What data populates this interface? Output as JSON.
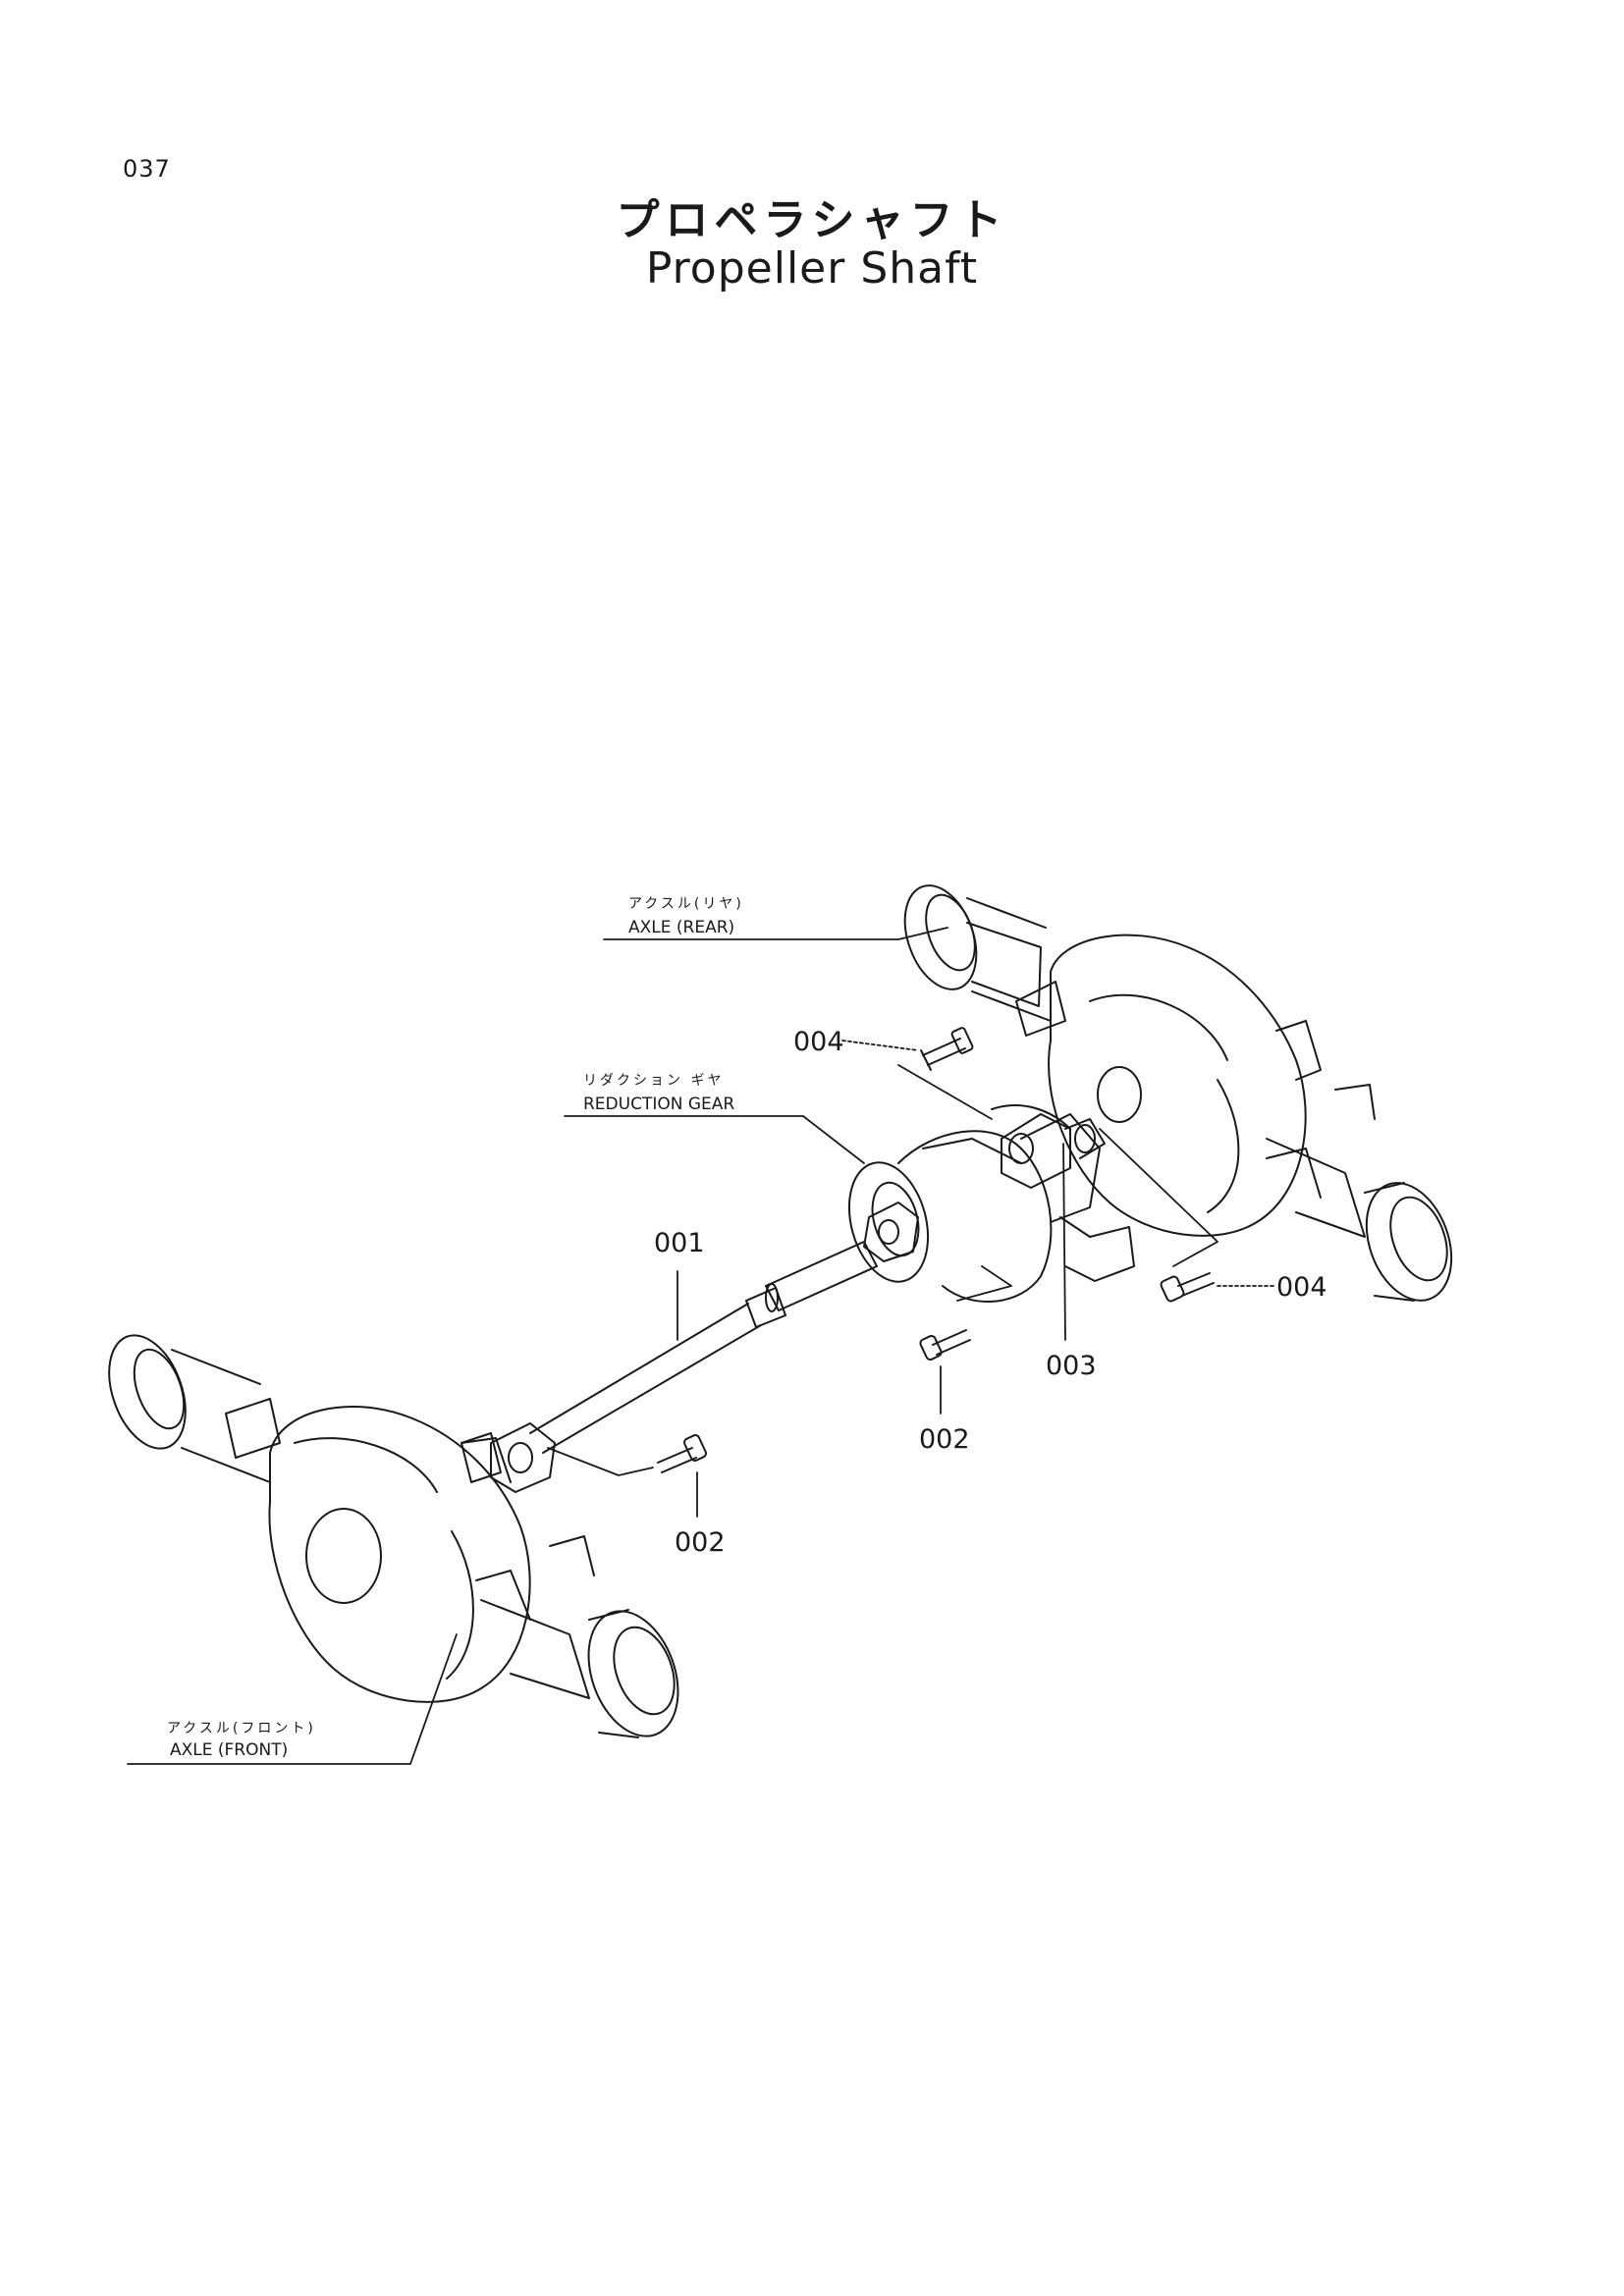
{
  "page_number": "037",
  "title_jp": "プロペラシャフト",
  "title_en": "Propeller Shaft",
  "labels": {
    "axle_rear_jp": "アクスル(リヤ)",
    "axle_rear_en": "AXLE (REAR)",
    "reduction_gear_jp": "リダクション ギヤ",
    "reduction_gear_en": "REDUCTION GEAR",
    "axle_front_jp": "アクスル(フロント)",
    "axle_front_en": "AXLE (FRONT)"
  },
  "parts": {
    "p001": "001",
    "p002_upper": "002",
    "p002_lower": "002",
    "p003": "003",
    "p004_upper": "004",
    "p004_right": "004"
  }
}
